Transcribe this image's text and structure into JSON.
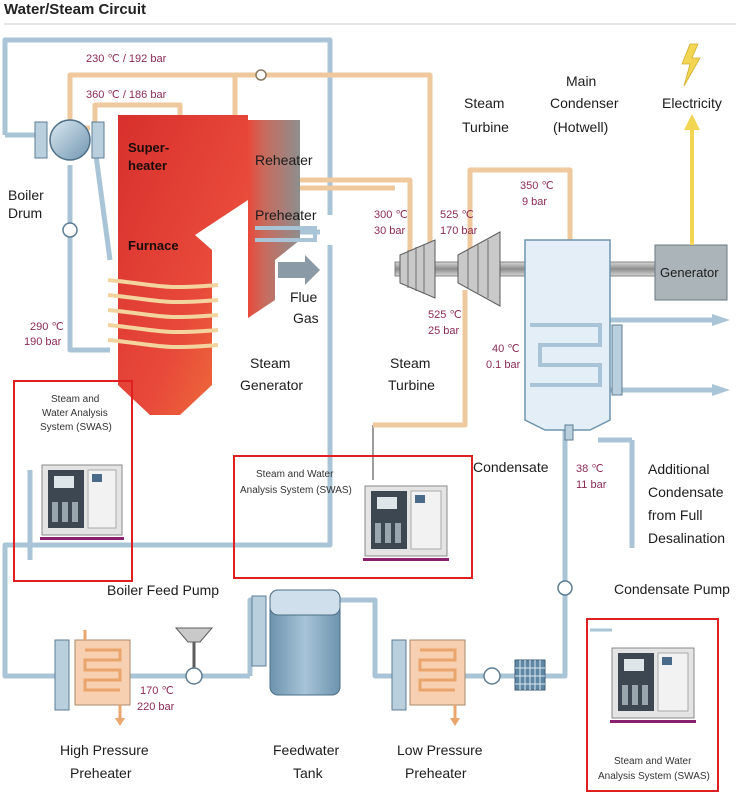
{
  "title": "Water/Steam Circuit",
  "colors": {
    "pipe_blue": "#a9c4d6",
    "pipe_steam": "#efc89e",
    "furnace_red": "#e2453a",
    "furnace_orange": "#f07a3a",
    "swas_frame": "#e02020",
    "value_text": "#8c2a55",
    "electric_yellow": "#f2d552"
  },
  "labels": {
    "boiler_drum": [
      "Boiler",
      "Drum"
    ],
    "superheater": [
      "Super-",
      "heater"
    ],
    "furnace": "Furnace",
    "reheater": "Reheater",
    "preheater": "Preheater",
    "flue_gas": [
      "Flue",
      "Gas"
    ],
    "steam_generator": [
      "Steam",
      "Generator"
    ],
    "steam_turbine_top": [
      "Steam",
      "Turbine"
    ],
    "steam_turbine_bottom": [
      "Steam",
      "Turbine"
    ],
    "main_condenser": [
      "Main",
      "Condenser",
      "(Hotwell)"
    ],
    "electricity": "Electricity",
    "generator": "Generator",
    "condensate": "Condensate",
    "additional_condensate": [
      "Additional",
      "Condensate",
      "from Full",
      "Desalination"
    ],
    "condensate_pump": "Condensate Pump",
    "boiler_feed_pump": "Boiler Feed Pump",
    "hp_preheater": [
      "High Pressure",
      "Preheater"
    ],
    "feedwater_tank": [
      "Feedwater",
      "Tank"
    ],
    "lp_preheater": [
      "Low Pressure",
      "Preheater"
    ]
  },
  "values": {
    "v230": "230 ℃ / 192 bar",
    "v360": "360 ℃ / 186 bar",
    "v290": [
      "290 ℃",
      "190 bar"
    ],
    "v300": [
      "300 ℃",
      "30 bar"
    ],
    "v525a": [
      "525 ℃",
      "170 bar"
    ],
    "v525b": [
      "525 ℃",
      "25 bar"
    ],
    "v350": [
      "350 ℃",
      "9 bar"
    ],
    "v40": [
      "40 ℃",
      "0.1 bar"
    ],
    "v38": [
      "38 ℃",
      "11 bar"
    ],
    "v170": [
      "170 ℃",
      "220 bar"
    ]
  },
  "swas": {
    "left": [
      "Steam and",
      "Water Analysis",
      "System (SWAS)"
    ],
    "center": [
      "Steam and Water",
      "Analysis System (SWAS)"
    ],
    "right": [
      "Steam and Water",
      "Analysis System (SWAS)"
    ]
  }
}
